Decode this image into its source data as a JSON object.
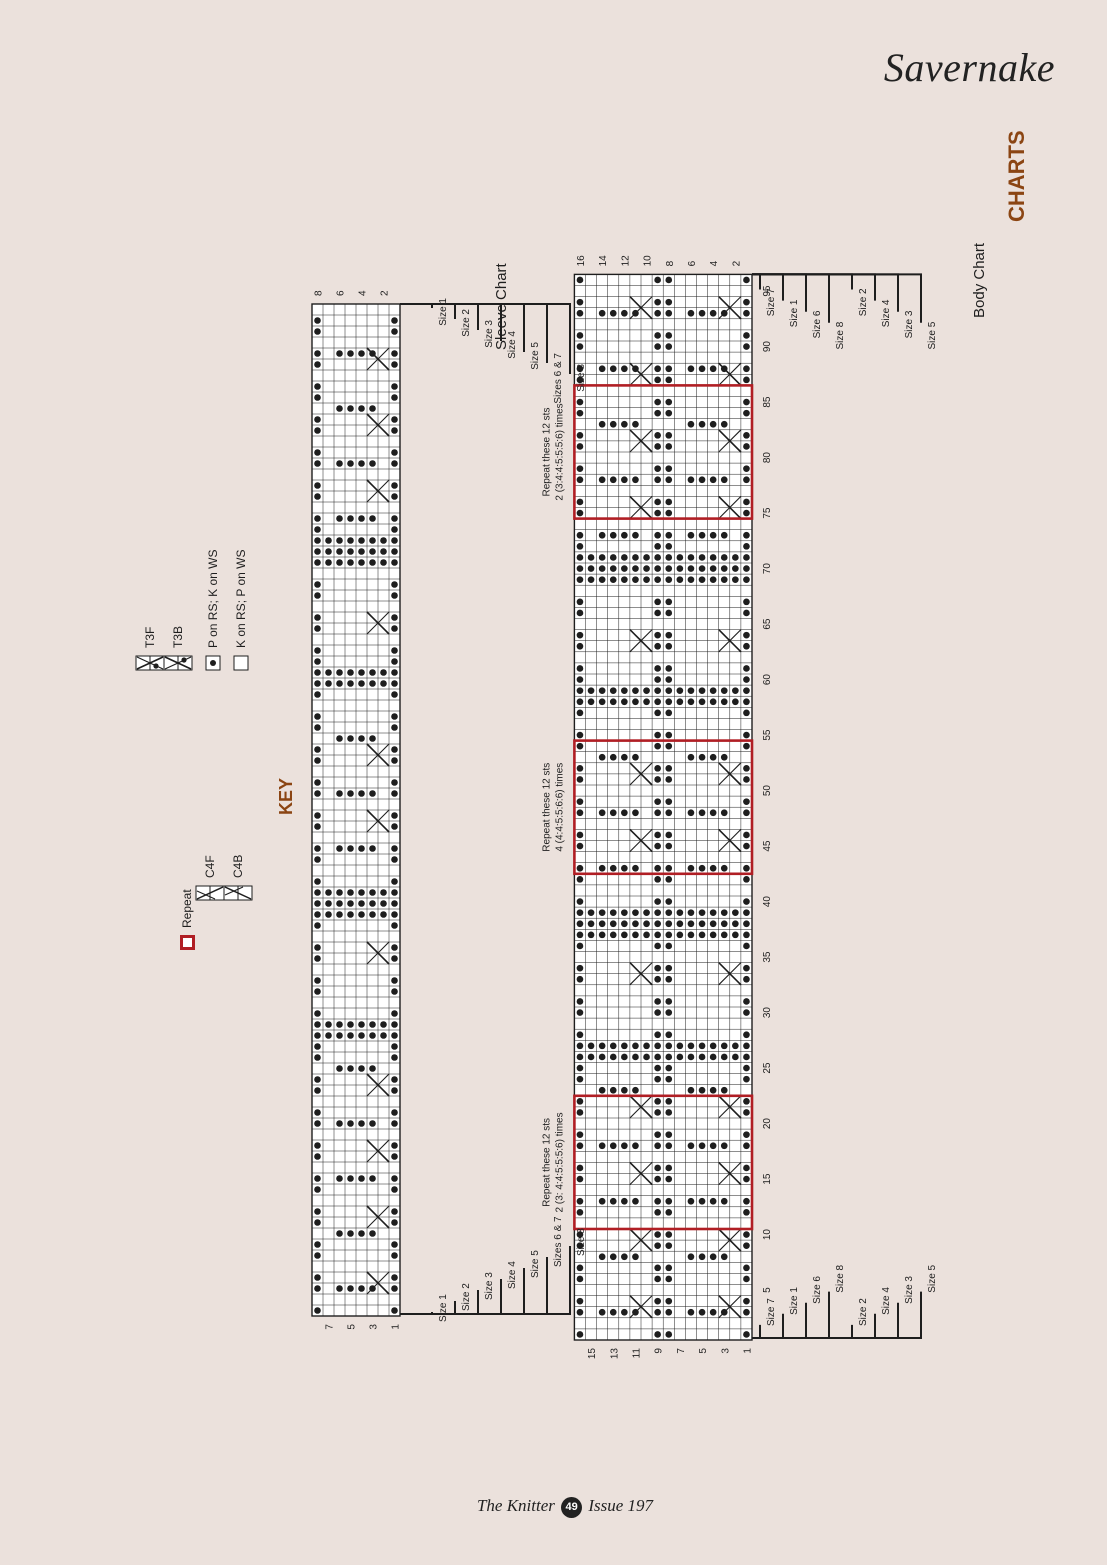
{
  "page": {
    "title": "Savernake",
    "footer": {
      "magazine": "The Knitter",
      "page_number": "49",
      "issue": "Issue 197"
    }
  },
  "charts": {
    "heading": "CHARTS",
    "body": {
      "name": "Body Chart",
      "stitches": 16,
      "rows": 96,
      "row_labels": [
        "5",
        "10",
        "15",
        "20",
        "25",
        "30",
        "35",
        "40",
        "45",
        "50",
        "55",
        "60",
        "65",
        "70",
        "75",
        "80",
        "85",
        "90",
        "95"
      ],
      "stitch_labels_left": [
        "1",
        "3",
        "5",
        "7",
        "9",
        "11",
        "13",
        "15"
      ],
      "stitch_labels_right": [
        "2",
        "4",
        "6",
        "8",
        "10",
        "12",
        "14",
        "16"
      ],
      "repeats": [
        {
          "rows": [
            11,
            22
          ],
          "text": "Repeat these 12 sts",
          "times": "2 (3: 4:4:5:5:5:6) times"
        },
        {
          "rows": [
            43,
            54
          ],
          "text": "Repeat these 12 sts",
          "times": "4 (4:4:5:5:6:6) times"
        },
        {
          "rows": [
            75,
            86
          ],
          "text": "Repeat these 12 sts",
          "times": "2 (3:4:4:5:5:5:6) times"
        }
      ],
      "size_labels_start": [
        "Size 7",
        "Size 1",
        "Size 6",
        "Size 8",
        "Size 2",
        "Size 4",
        "Size 3",
        "Size 5"
      ],
      "size_labels_end": [
        "Size 7",
        "Size 1",
        "Size 6",
        "Size 8",
        "Size 2",
        "Size 4",
        "Size 3",
        "Size 5"
      ]
    },
    "sleeve": {
      "name": "Sleeve Chart",
      "stitches": 8,
      "rows": 92,
      "stitch_labels_left": [
        "1",
        "3",
        "5",
        "7"
      ],
      "stitch_labels_right": [
        "2",
        "4",
        "6",
        "8"
      ],
      "size_labels_start": [
        "Size 8",
        "Sizes 6 & 7",
        "Size 5",
        "Size 4",
        "Size 3",
        "Size 2",
        "Size 1"
      ],
      "size_labels_end": [
        "Size 8",
        "Sizes 6 & 7",
        "Size 5",
        "Size 4",
        "Size 3",
        "Size 2",
        "Size 1"
      ]
    }
  },
  "key": {
    "heading": "KEY",
    "items": [
      {
        "symbol": "knit",
        "label": "K on RS; P on WS"
      },
      {
        "symbol": "purl",
        "label": "P on RS; K on WS"
      },
      {
        "symbol": "t3b",
        "label": "T3B"
      },
      {
        "symbol": "t3f",
        "label": "T3F"
      },
      {
        "symbol": "c4b",
        "label": "C4B"
      },
      {
        "symbol": "c4f",
        "label": "C4F"
      },
      {
        "symbol": "repeat",
        "label": "Repeat"
      }
    ]
  },
  "colors": {
    "background": "#ebe1dc",
    "heading": "#8b4513",
    "repeat_box": "#b01e24",
    "ink": "#1e1e1e"
  }
}
